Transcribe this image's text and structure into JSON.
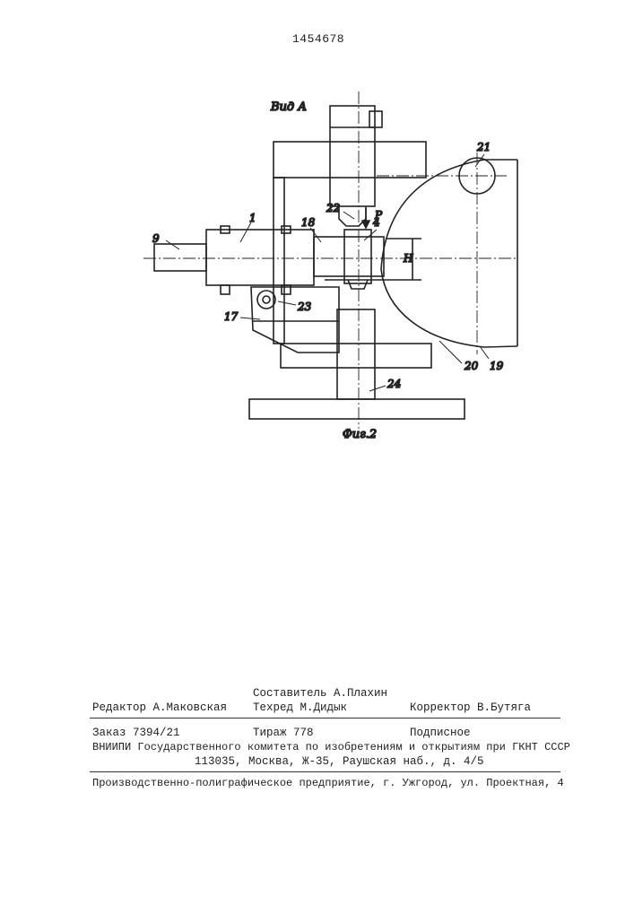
{
  "patent_number": "1454678",
  "figure": {
    "view_label": "Вид А",
    "caption": "Фиг.2",
    "force_label": "P",
    "dimension_label": "H",
    "callouts": {
      "c1": "1",
      "c4": "4",
      "c9": "9",
      "c17": "17",
      "c18": "18",
      "c19": "19",
      "c20": "20",
      "c21": "21",
      "c22": "22",
      "c23": "23",
      "c24": "24"
    }
  },
  "credits": {
    "compiler": "Составитель А.Плахин",
    "editor": "Редактор А.Маковская",
    "techred": "Техред М.Дидык",
    "corrector": "Корректор В.Бутяга"
  },
  "order": {
    "order_no": "Заказ 7394/21",
    "circulation": "Тираж 778",
    "subscription": "Подписное",
    "org_line": "ВНИИПИ Государственного комитета по изобретениям и открытиям при ГКНТ СССР",
    "address": "113035, Москва, Ж-35, Раушская наб., д. 4/5"
  },
  "printer": "Производственно-полиграфическое предприятие, г. Ужгород, ул. Проектная, 4"
}
